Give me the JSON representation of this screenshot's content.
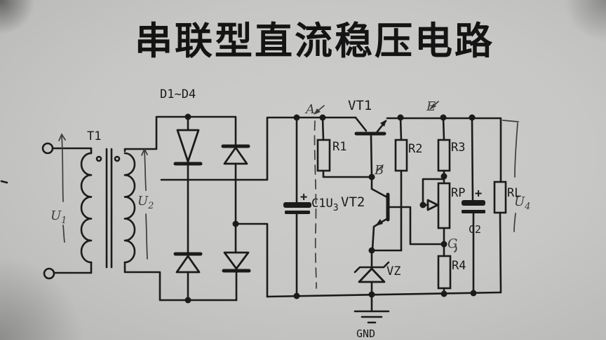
{
  "title": "串联型直流稳压电路",
  "components": {
    "transformer": "T1",
    "rectifier": "D1~D4",
    "c1": "C1",
    "c2": "C2",
    "r1": "R1",
    "r2": "R2",
    "r3": "R3",
    "r4": "R4",
    "rp": "RP",
    "rl": "RL",
    "vt1": "VT1",
    "vt2": "VT2",
    "vz": "VZ",
    "gnd": "GND"
  },
  "nodes": {
    "a": "A",
    "b": "B",
    "e": "E",
    "g": "G"
  },
  "voltages": {
    "u1": {
      "base": "U",
      "sub": "1"
    },
    "u2": {
      "base": "U",
      "sub": "2"
    },
    "u3": {
      "base": "U",
      "sub": "3"
    },
    "u4": {
      "base": "U",
      "sub": "4"
    }
  },
  "plus_sign": "+",
  "colors": {
    "ink": "#1b1b1b",
    "hand": "#3c3c3c",
    "paper": "#c7c7c5"
  }
}
